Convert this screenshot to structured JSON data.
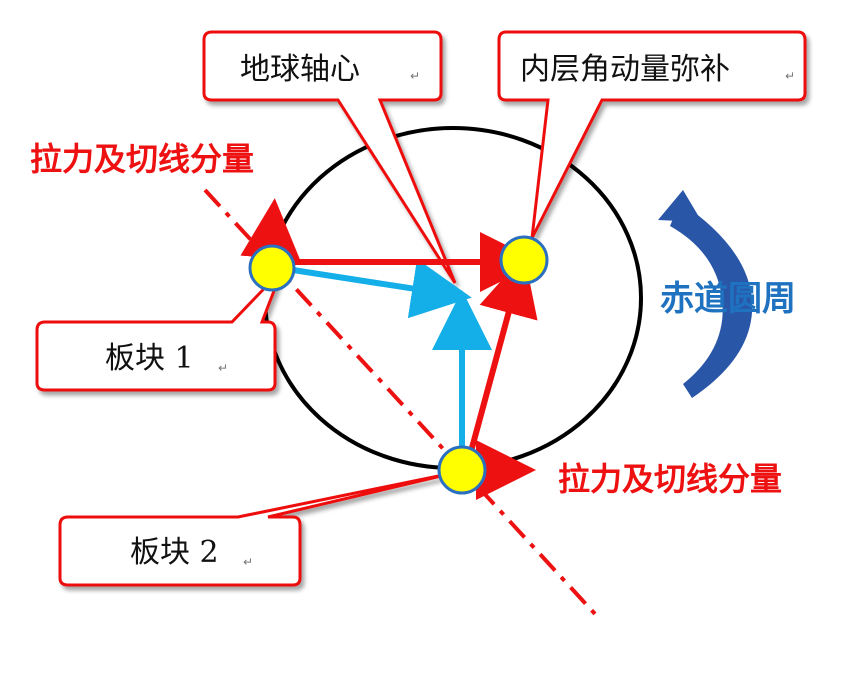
{
  "callouts": {
    "earth_axis": "地球轴心",
    "inner_layer": "内层角动量弥补",
    "plate1": "板块 1",
    "plate2": "板块 2"
  },
  "labels": {
    "pull_tangent_top": "拉力及切线分量",
    "pull_tangent_right": "拉力及切线分量",
    "equator": "赤道圆周"
  },
  "para_mark": "↵",
  "colors": {
    "red": "#ee1111",
    "blue_vector": "#14aee8",
    "equator_arrow": "#2a56a8",
    "equator_text": "#1e72c0",
    "plate_fill": "#ffff00",
    "plate_stroke": "#2a6fc0",
    "callout_stroke": "#ee1111"
  }
}
